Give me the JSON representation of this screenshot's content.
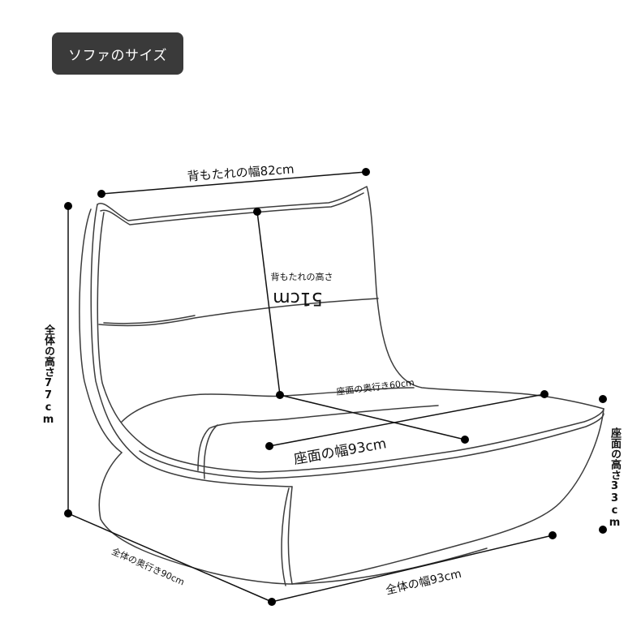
{
  "title": "ソファのサイズ",
  "dimensions": {
    "backrest_width": "背もたれの幅82cm",
    "backrest_height_label": "背もたれの高さ",
    "backrest_height_value": "51cm",
    "seat_depth": "座面の奥行き60cm",
    "seat_width": "座面の幅93cm",
    "overall_height": "全体の高さ77cm",
    "seat_height": "座面の高さ33cm",
    "overall_depth": "全体の奥行き90cm",
    "overall_width": "全体の幅93cm"
  }
}
